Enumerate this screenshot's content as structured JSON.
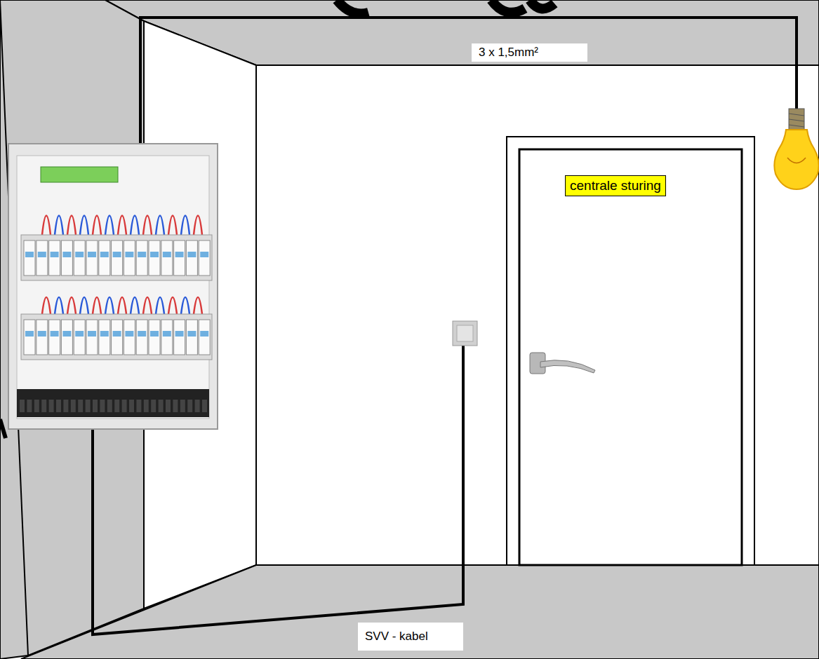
{
  "diagram": {
    "nodes": [
      {
        "text": [
          "centrale sturing"
        ]
      }
    ],
    "labels": [
      "3 x 1,5mm²",
      "SVV - kabel"
    ]
  }
}
